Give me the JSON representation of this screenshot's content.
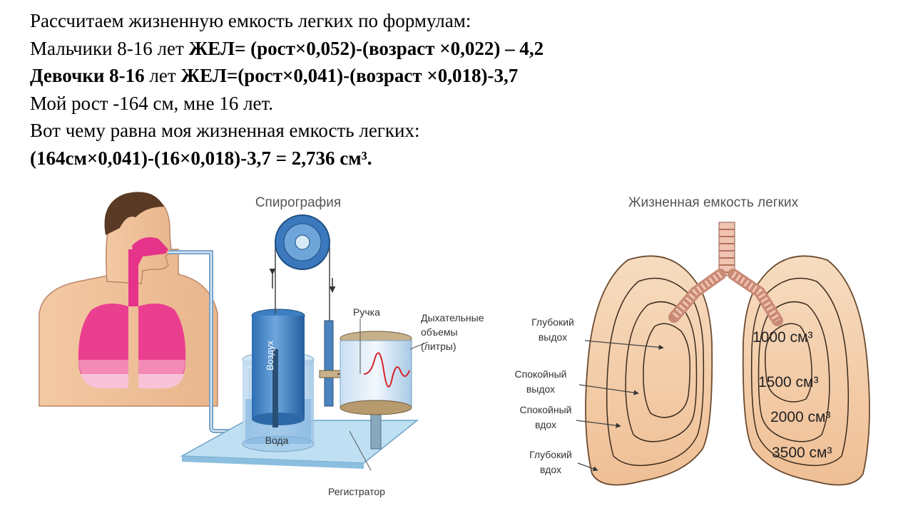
{
  "text": {
    "line1": "Рассчитаем жизненную емкость легких по формулам:",
    "line2_a": "Мальчики  8-16 лет  ",
    "line2_b": "ЖЕЛ= (рост×0,052)-(возраст ×0,022) – 4,2",
    "line3_a": "Девочки 8-16",
    "line3_b": " лет  ",
    "line3_c": "ЖЕЛ=(рост×0,041)-(возраст ×0,018)-3,7",
    "line4": "Мой рост -164 см, мне 16 лет.",
    "line5": "Вот чему равна моя жизненная емкость легких:",
    "line6": "(164см×0,041)-(16×0,018)-3,7 = 2,736 см³."
  },
  "spirography": {
    "title": "Спирография",
    "air": "Воздух",
    "water": "Вода",
    "handle": "Ручка",
    "volumes_1": "Дыхательные",
    "volumes_2": "объемы",
    "volumes_3": "(литры)",
    "recorder": "Регистратор"
  },
  "lungs": {
    "title": "Жизненная емкость легких",
    "deep_exhale_1": "Глубокий",
    "deep_exhale_2": "выдох",
    "calm_exhale_1": "Спокойный",
    "calm_exhale_2": "выдох",
    "calm_inhale_1": "Спокойный",
    "calm_inhale_2": "вдох",
    "deep_inhale_1": "Глубокий",
    "deep_inhale_2": "вдох",
    "vol_1000": "1000 см³",
    "vol_1500": "1500 см³",
    "vol_2000": "2000 см³",
    "vol_3500": "3500 см³"
  }
}
